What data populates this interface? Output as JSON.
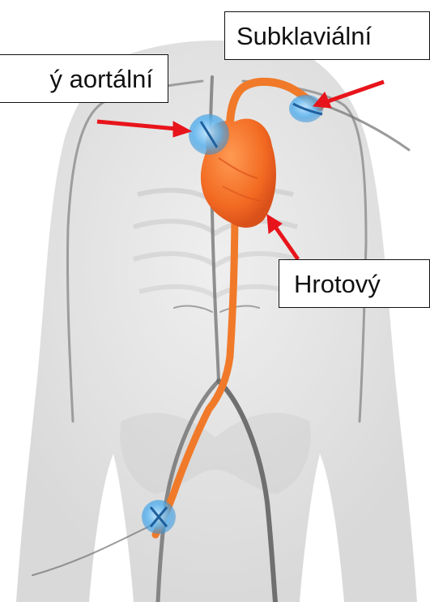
{
  "labels": {
    "aortic": "ý aortální",
    "subclavian": "Subklaviální",
    "apical": "Hrotový"
  },
  "colors": {
    "arrow": "#e8141b",
    "heart": "#f26a22",
    "aorta": "#f07a2a",
    "marker": "#4aa8e8",
    "vein": "#6f6f6f",
    "body": "#dcdcdc"
  },
  "icons": [
    "heart-icon",
    "aorta-icon",
    "access-site-marker-icon",
    "arrow-icon"
  ]
}
